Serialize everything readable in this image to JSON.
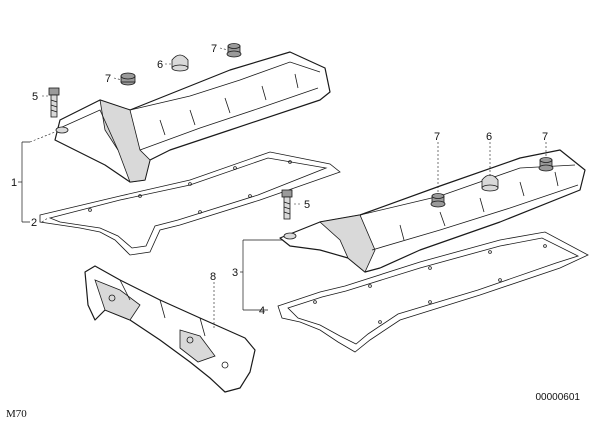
{
  "callouts": {
    "c1": "1",
    "c2": "2",
    "c3": "3",
    "c4": "4",
    "c5a": "5",
    "c5b": "5",
    "c6a": "6",
    "c6b": "6",
    "c7a": "7",
    "c7b": "7",
    "c7c": "7",
    "c8": "8"
  },
  "footer": {
    "model_code": "M70",
    "drawing_number": "00000601"
  }
}
